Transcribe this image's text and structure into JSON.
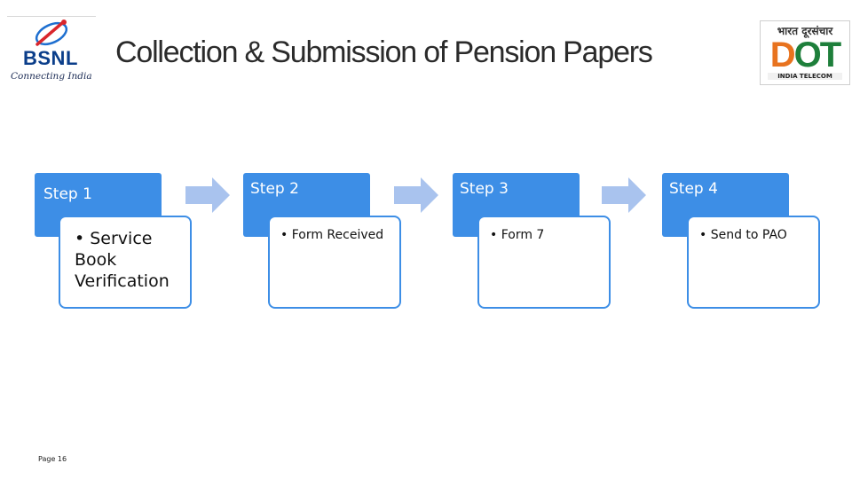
{
  "slide": {
    "title": "Collection & Submission of Pension Papers",
    "page_number": "Page 16"
  },
  "logos": {
    "bsnl": {
      "name": "BSNL",
      "tagline": "Connecting India"
    },
    "dot": {
      "hindi": "भारत दूरसंचार",
      "name": "DOT",
      "sub": "INDIA TELECOM"
    }
  },
  "steps": [
    {
      "label": "Step 1",
      "item": "• Service Book Verification"
    },
    {
      "label": "Step 2",
      "item": "• Form Received"
    },
    {
      "label": "Step 3",
      "item": "• Form 7"
    },
    {
      "label": "Step 4",
      "item": "• Send to PAO"
    }
  ],
  "colors": {
    "step_header": "#3d8ee6",
    "arrow": "#a9c3ee",
    "title": "#2b2b2b"
  }
}
